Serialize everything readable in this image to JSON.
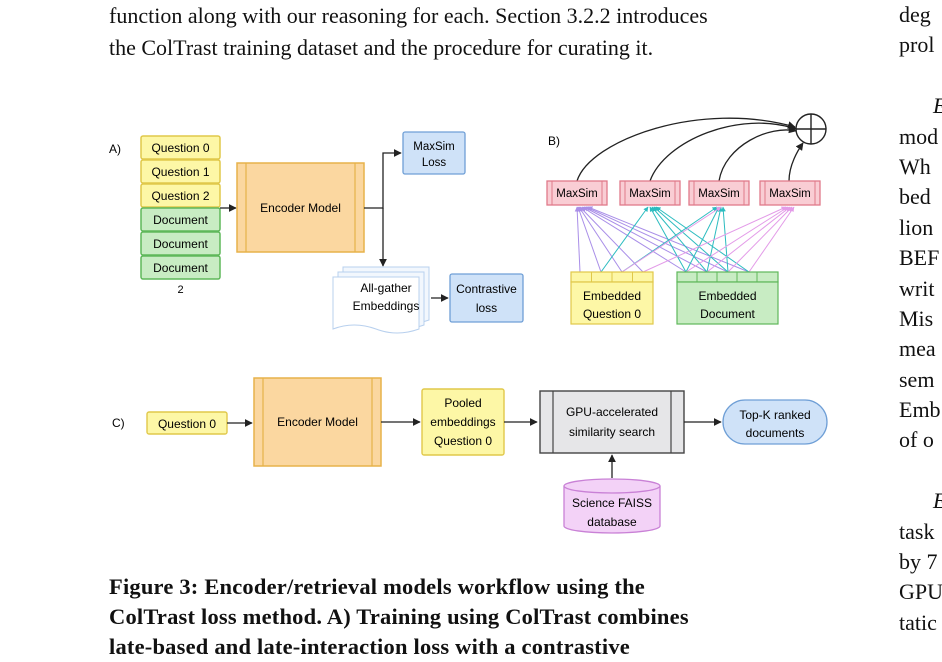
{
  "body_text": {
    "lines": [
      "function along with our reasoning for each. Section 3.2.2 introduces",
      "the ColTrast training dataset and the procedure for curating it."
    ]
  },
  "right_column": {
    "lines": [
      "deg",
      "prol",
      "",
      "E",
      "mod",
      "Wh",
      "bed",
      "lion",
      "BEF",
      "writ",
      "Mis",
      "mea",
      "sem",
      "Emb",
      "of o",
      "",
      "E",
      "task",
      "by 7",
      "GPU",
      "tatic"
    ]
  },
  "figure": {
    "panel_a": {
      "label": "A)",
      "inputs": [
        "Question 0",
        "Question 1",
        "Question 2",
        "Document",
        "Document",
        "Document"
      ],
      "input_footnote": "2",
      "encoder": "Encoder Model",
      "maxsim_loss": [
        "MaxSim",
        "Loss"
      ],
      "allgather": [
        "All-gather",
        "Embeddings"
      ],
      "contrastive": [
        "Contrastive",
        "loss"
      ]
    },
    "panel_b": {
      "label": "B)",
      "maxsim_labels": [
        "MaxSim",
        "MaxSim",
        "MaxSim",
        "MaxSim"
      ],
      "embedded_question": [
        "Embedded",
        "Question 0"
      ],
      "embedded_document": [
        "Embedded",
        "Document"
      ],
      "sum_symbol": "⊕"
    },
    "panel_c": {
      "label": "C)",
      "query": "Question 0",
      "encoder": "Encoder Model",
      "pooled": [
        "Pooled",
        "embeddings",
        "Question 0"
      ],
      "similarity": [
        "GPU-accelerated",
        "similarity search"
      ],
      "topk": [
        "Top-K ranked",
        "documents"
      ],
      "faiss": [
        "Science FAISS",
        "database"
      ]
    },
    "colors": {
      "yellow_fill": "#fdf7a6",
      "yellow_stroke": "#e0c84a",
      "green_fill": "#c8ecc3",
      "green_stroke": "#5fb85a",
      "orange_fill": "#fbd7a0",
      "orange_stroke": "#e7b24a",
      "blue_fill": "#cfe2f8",
      "blue_stroke": "#6f9fd6",
      "pink_fill": "#f9cdd4",
      "pink_stroke": "#e07a8a",
      "purple_fill": "#f3d2f7",
      "purple_stroke": "#c981d6",
      "gray_fill": "#e6e6e8",
      "gray_stroke": "#444444",
      "line_purple": "#a98ee8",
      "line_teal": "#2cbcc0",
      "line_pink": "#e39be8"
    }
  },
  "caption": {
    "lines": [
      "Figure 3: Encoder/retrieval models workflow using the",
      "ColTrast loss method. A) Training using ColTrast combines",
      "late-based and late-interaction loss with a contrastive"
    ]
  }
}
